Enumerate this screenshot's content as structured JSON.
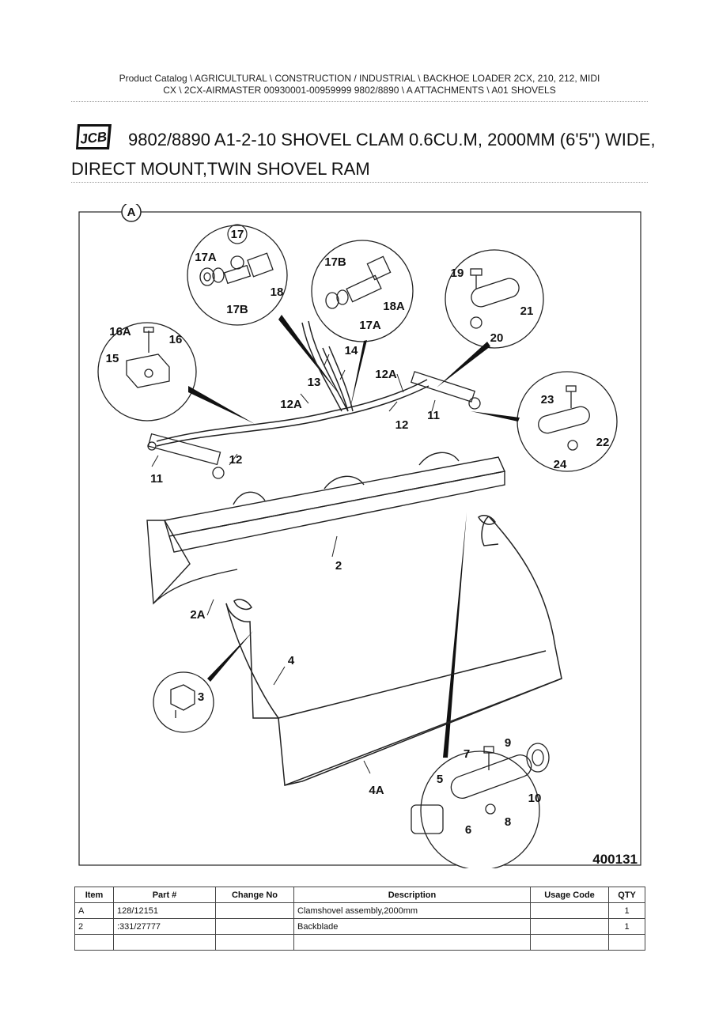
{
  "breadcrumb": {
    "line1": "Product Catalog  \\  AGRICULTURAL  \\  CONSTRUCTION / INDUSTRIAL  \\  BACKHOE LOADER 2CX, 210, 212, MIDI",
    "line2": "CX  \\  2CX-AIRMASTER 00930001-00959999 9802/8890  \\  A ATTACHMENTS  \\  A01 SHOVELS"
  },
  "page": {
    "logo_text": "JCB",
    "title": "9802/8890 A1-2-10 SHOVEL CLAM 0.6CU.M, 2000MM (6'5\") WIDE, DIRECT MOUNT,TWIN SHOVEL RAM"
  },
  "diagram": {
    "view_label": "A",
    "figure_number": "400131",
    "callouts": {
      "c17": "17",
      "c17A_top": "17A",
      "c17B_top": "17B",
      "c18": "18",
      "c17B_right": "17B",
      "c17A_right": "17A",
      "c18A": "18A",
      "c19": "19",
      "c21": "21",
      "c20": "20",
      "c16A": "16A",
      "c16": "16",
      "c15": "15",
      "c14": "14",
      "c13": "13",
      "c12A_left": "12A",
      "c12A_right": "12A",
      "c12_right": "12",
      "c12_left": "12",
      "c11_right": "11",
      "c11_left": "11",
      "c23": "23",
      "c22": "22",
      "c24": "24",
      "c2": "2",
      "c2A": "2A",
      "c3": "3",
      "c4": "4",
      "c4A": "4A",
      "c7": "7",
      "c9": "9",
      "c5": "5",
      "c10": "10",
      "c6": "6",
      "c8": "8"
    }
  },
  "table": {
    "headers": [
      "Item",
      "Part #",
      "Change No",
      "Description",
      "Usage Code",
      "QTY"
    ],
    "rows": [
      {
        "item": "A",
        "part": "128/12151",
        "change": "",
        "description": "Clamshovel assembly,2000mm",
        "usage": "",
        "qty": "1"
      },
      {
        "item": "2",
        "part": ":331/27777",
        "change": "",
        "description": "Backblade",
        "usage": "",
        "qty": "1"
      }
    ]
  }
}
